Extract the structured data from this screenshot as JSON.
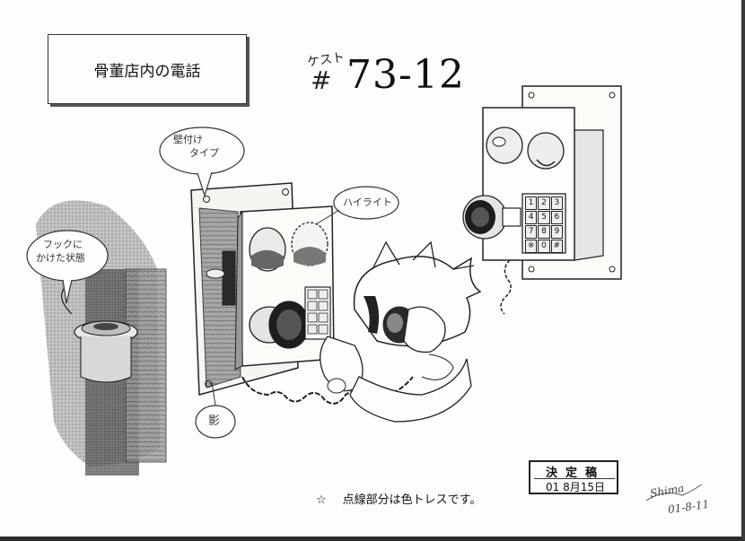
{
  "sheet": {
    "title": "骨董店内の電話",
    "cut_label": "ケスト",
    "cut_hash": "#",
    "cut_number": "73-12"
  },
  "notes": {
    "wall_mount_line1": "壁付け",
    "wall_mount_line2": "タイプ",
    "highlight": "ハイライト",
    "hook_line1": "フックに",
    "hook_line2": "かけた状態",
    "shadow": "影"
  },
  "keypad": {
    "keys": [
      "1",
      "2",
      "3",
      "4",
      "5",
      "6",
      "7",
      "8",
      "9",
      "※",
      "0",
      "#"
    ]
  },
  "footer": {
    "star": "☆",
    "note": "点線部分は色トレスです。",
    "stamp_title": "決定稿",
    "stamp_date": "01 8月15日",
    "signature": "Shima",
    "signature_date": "01-8-11"
  },
  "colors": {
    "ink": "#222222",
    "paper": "#fdfdfb",
    "shade": "#6a6a6a"
  }
}
